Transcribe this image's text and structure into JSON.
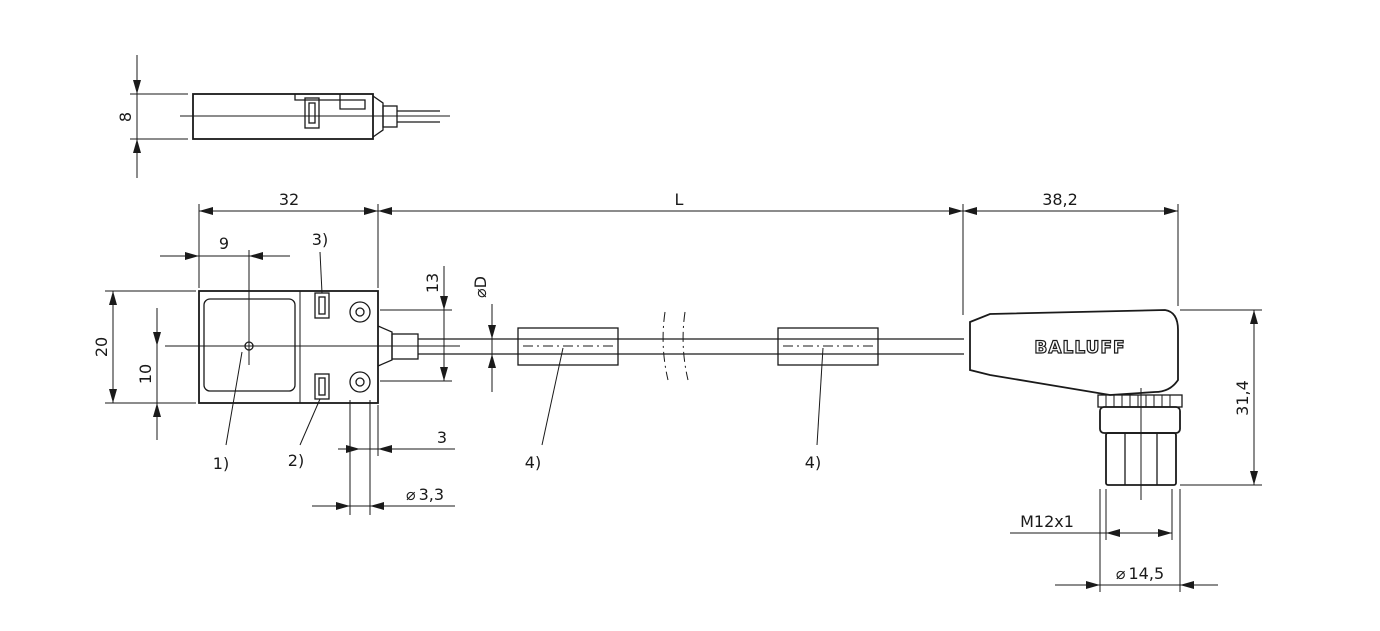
{
  "dimensions": {
    "height_top": "8",
    "housing_width": "32",
    "cable_length": "L",
    "connector_length": "38,2",
    "axis_offset": "9",
    "housing_height": "20",
    "center_height": "10",
    "cable_exit_height": "13",
    "cable_diameter": "D",
    "hole_offset": "3",
    "hole_diameter": "3,3",
    "connector_height": "31,4",
    "thread": "M12x1",
    "connector_diameter": "14,5"
  },
  "callouts": {
    "c1": "1)",
    "c2": "2)",
    "c3": "3)",
    "c4a": "4)",
    "c4b": "4)"
  },
  "brand": "BALLUFF",
  "symbols": {
    "diameter": "⌀"
  }
}
